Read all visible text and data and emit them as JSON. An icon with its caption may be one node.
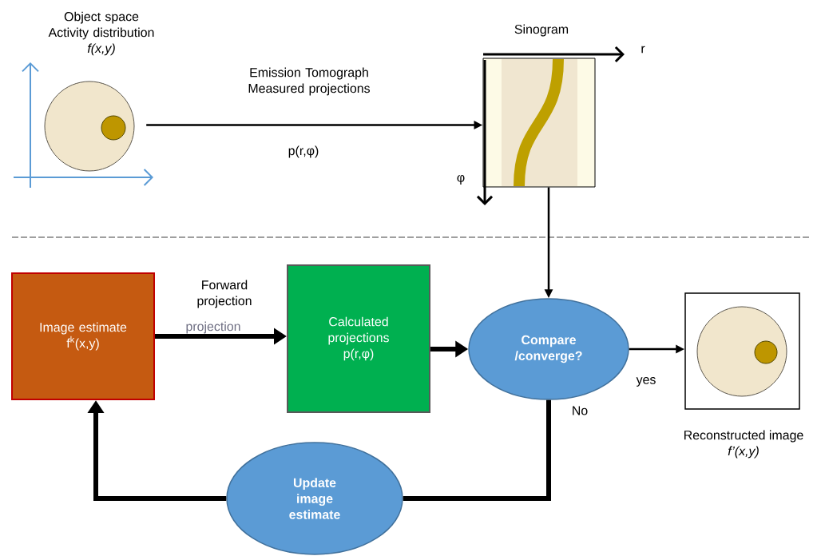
{
  "diagram": {
    "nodes": [
      {
        "text": [
          "Object space Activity distribution",
          "f(x,y)"
        ]
      },
      {
        "text": [
          "Sinogram"
        ]
      },
      {
        "text": [
          "Image estimate",
          "f$^{k}$(x,y)"
        ]
      },
      {
        "text": [
          "Calculated projections",
          "p(r,φ)"
        ]
      },
      {
        "text": [
          "Compare /converge?"
        ]
      },
      {
        "text": [
          "Reconstructed image",
          "f’(x,y)"
        ]
      },
      {
        "text": [
          "Update image estimate"
        ]
      }
    ],
    "edges": [
      {
        "from": 0,
        "to": 1,
        "arrow": "to",
        "label": "Emission Tomograph Measured projections"
      },
      {
        "from": 1,
        "to": 4,
        "arrow": "to"
      },
      {
        "from": 2,
        "to": 3,
        "arrow": "to",
        "label": "Forward projection"
      },
      {
        "from": 3,
        "to": 4,
        "arrow": "to"
      },
      {
        "from": 4,
        "to": 5,
        "arrow": "to",
        "label": "yes"
      },
      {
        "from": 4,
        "to": 6,
        "arrow": "none",
        "label": "No"
      },
      {
        "from": 6,
        "to": 2,
        "arrow": "to"
      }
    ],
    "labels": [
      "r",
      "p(r,φ)",
      "φ",
      "projection"
    ]
  }
}
